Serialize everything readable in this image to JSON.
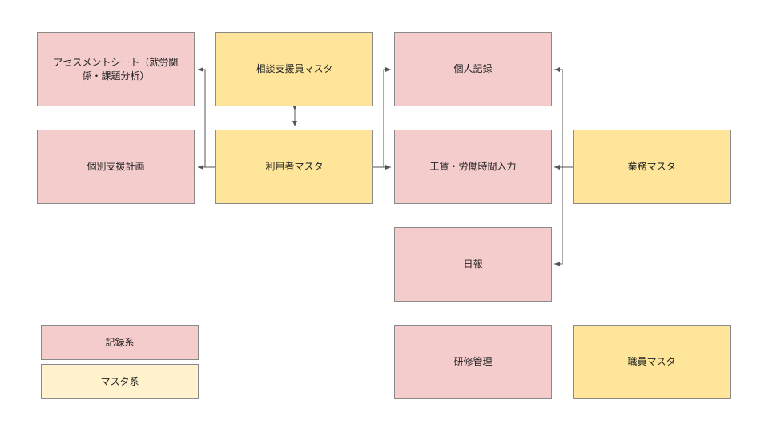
{
  "nodes": {
    "assessment": "アセスメントシート（就労関係・課題分析）",
    "consultant_master": "相談支援員マスタ",
    "personal_record": "個人記録",
    "individual_plan": "個別支援計画",
    "user_master": "利用者マスタ",
    "wage_input": "工賃・労働時間入力",
    "work_master": "業務マスタ",
    "daily_report": "日報",
    "training": "研修管理",
    "staff_master": "職員マスタ"
  },
  "legend": {
    "record": "記録系",
    "master": "マスタ系"
  },
  "colors": {
    "record": "#f4cccc",
    "master": "#ffe599",
    "master_legend": "#fff2cc",
    "line": "#555555"
  }
}
